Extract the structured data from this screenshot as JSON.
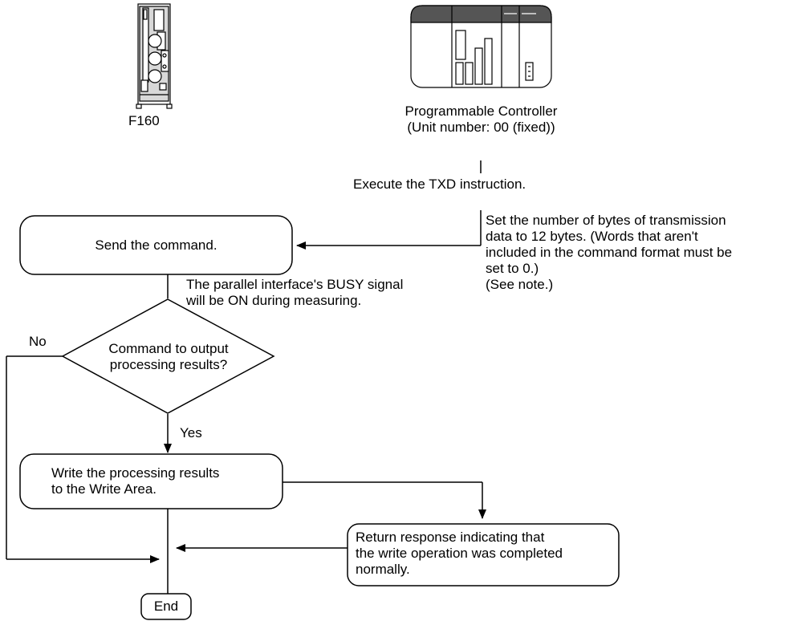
{
  "devices": {
    "vision_sensor_label": "F160",
    "plc_label_line1": "Programmable Controller",
    "plc_label_line2": "(Unit number: 00 (fixed))"
  },
  "steps": {
    "execute_txd": "Execute the TXD instruction.",
    "set_bytes_note": [
      "Set the number of bytes of transmission",
      "data to 12 bytes. (Words that aren't",
      "included in the command format must be",
      "set to 0.)",
      "(See note.)"
    ],
    "send_command": "Send the command.",
    "busy_note": [
      "The parallel interface's BUSY signal",
      "will be ON during measuring."
    ],
    "decision": [
      "Command to output",
      "processing results?"
    ],
    "no_label": "No",
    "yes_label": "Yes",
    "write_results": [
      "Write the processing results",
      "to the Write Area."
    ],
    "return_response": [
      "Return response indicating that",
      "the write operation was completed",
      "normally."
    ],
    "end": "End"
  }
}
